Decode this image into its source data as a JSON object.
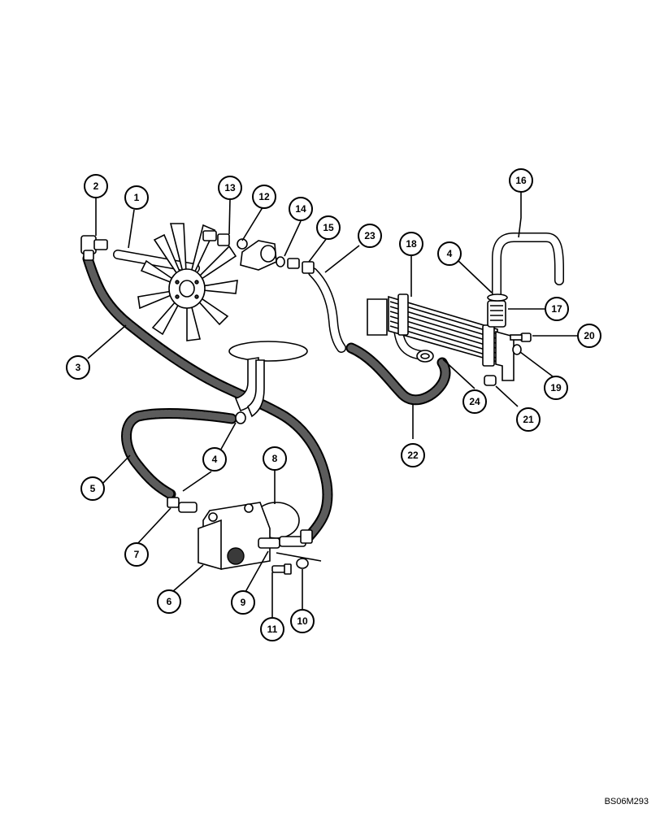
{
  "drawing_code": "BS06M293",
  "callouts": [
    {
      "id": "c1",
      "label": "1"
    },
    {
      "id": "c2",
      "label": "2"
    },
    {
      "id": "c3",
      "label": "3"
    },
    {
      "id": "c4a",
      "label": "4"
    },
    {
      "id": "c4b",
      "label": "4"
    },
    {
      "id": "c5",
      "label": "5"
    },
    {
      "id": "c6",
      "label": "6"
    },
    {
      "id": "c7",
      "label": "7"
    },
    {
      "id": "c8",
      "label": "8"
    },
    {
      "id": "c9",
      "label": "9"
    },
    {
      "id": "c10",
      "label": "10"
    },
    {
      "id": "c11",
      "label": "11"
    },
    {
      "id": "c12",
      "label": "12"
    },
    {
      "id": "c13",
      "label": "13"
    },
    {
      "id": "c14",
      "label": "14"
    },
    {
      "id": "c15",
      "label": "15"
    },
    {
      "id": "c16",
      "label": "16"
    },
    {
      "id": "c17",
      "label": "17"
    },
    {
      "id": "c18",
      "label": "18"
    },
    {
      "id": "c19",
      "label": "19"
    },
    {
      "id": "c20",
      "label": "20"
    },
    {
      "id": "c21",
      "label": "21"
    },
    {
      "id": "c22",
      "label": "22"
    },
    {
      "id": "c23",
      "label": "23"
    },
    {
      "id": "c24",
      "label": "24"
    }
  ]
}
